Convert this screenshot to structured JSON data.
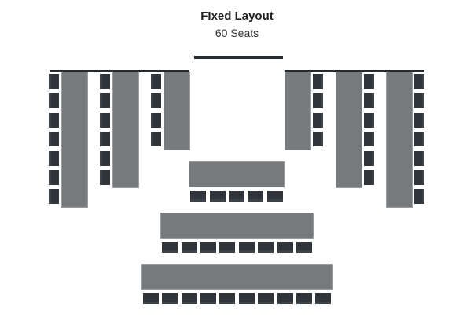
{
  "header": {
    "title": "FIxed Layout",
    "subtitle": "60 Seats"
  },
  "colors": {
    "table": "#767a7d",
    "chair": "#2f353b",
    "wall": "#262b30"
  },
  "side_tables": [
    {
      "side": "left",
      "seats": 7
    },
    {
      "side": "left",
      "seats": 6
    },
    {
      "side": "left",
      "seats": 4
    },
    {
      "side": "right",
      "seats": 4
    },
    {
      "side": "right",
      "seats": 6
    },
    {
      "side": "right",
      "seats": 7
    }
  ],
  "front_tables": [
    {
      "row": 1,
      "seats": 5
    },
    {
      "row": 2,
      "seats": 8
    },
    {
      "row": 3,
      "seats": 10
    }
  ]
}
